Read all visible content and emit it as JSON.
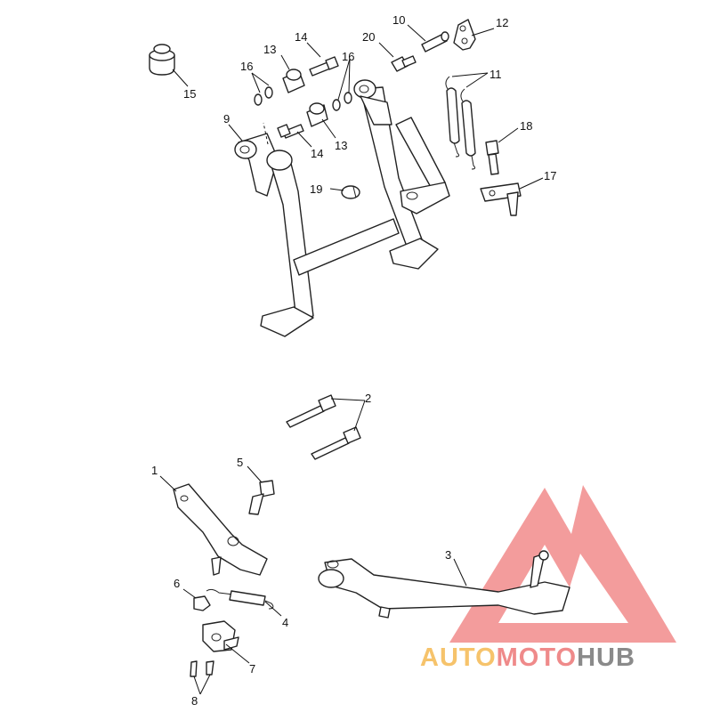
{
  "callouts": {
    "c1": "1",
    "c2": "2",
    "c3": "3",
    "c4": "4",
    "c5": "5",
    "c6": "6",
    "c7": "7",
    "c8": "8",
    "c9": "9",
    "c10": "10",
    "c11": "11",
    "c12": "12",
    "c13a": "13",
    "c13b": "13",
    "c14a": "14",
    "c14b": "14",
    "c15": "15",
    "c16a": "16",
    "c16b": "16",
    "c17": "17",
    "c18": "18",
    "c19": "19",
    "c20": "20"
  },
  "watermark": {
    "part1": "AUTO",
    "part2": "MOTO",
    "part3": "HUB",
    "colors": {
      "triangle": "#f28b8b",
      "auto": "#f6c36b",
      "moto": "#ef8a8a",
      "hub": "#8a8a8a"
    }
  }
}
